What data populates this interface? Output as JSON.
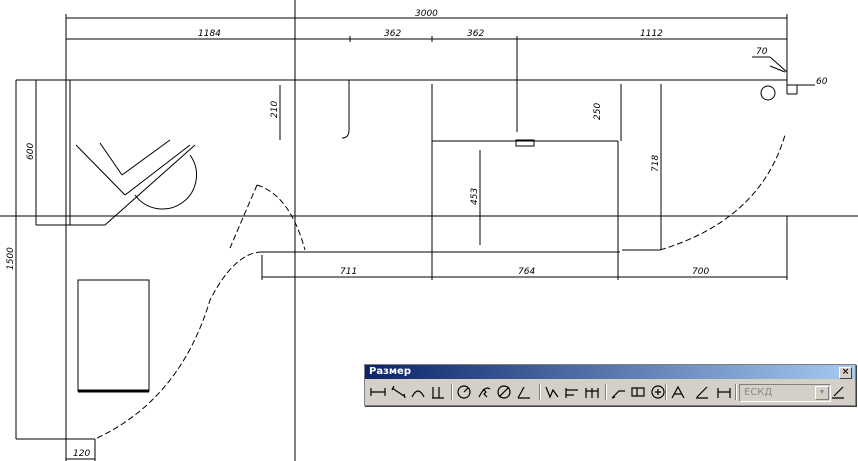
{
  "drawing": {
    "dimensions": {
      "total_width": "3000",
      "d1184": "1184",
      "d362a": "362",
      "d362b": "362",
      "d1112": "1112",
      "d70": "70",
      "d60": "60",
      "d600": "600",
      "d1500": "1500",
      "d210": "210",
      "d250": "250",
      "d718": "718",
      "d453": "453",
      "d711": "711",
      "d764": "764",
      "d700": "700",
      "d120": "120"
    }
  },
  "toolbar": {
    "title": "Размер",
    "close_glyph": "×",
    "style_select": {
      "value": "ЕСКД",
      "disabled": true
    },
    "buttons": [
      "linear-dimension-icon",
      "aligned-dimension-icon",
      "arc-length-dimension-icon",
      "ordinate-dimension-icon",
      "radius-dimension-icon",
      "jogged-dimension-icon",
      "diameter-dimension-icon",
      "angular-dimension-icon",
      "quick-dimension-icon",
      "baseline-dimension-icon",
      "continue-dimension-icon",
      "leader-icon",
      "tolerance-icon",
      "center-mark-icon",
      "dimension-edit-icon",
      "dimension-text-edit-icon",
      "dimension-update-icon",
      "dimension-style-icon"
    ]
  }
}
